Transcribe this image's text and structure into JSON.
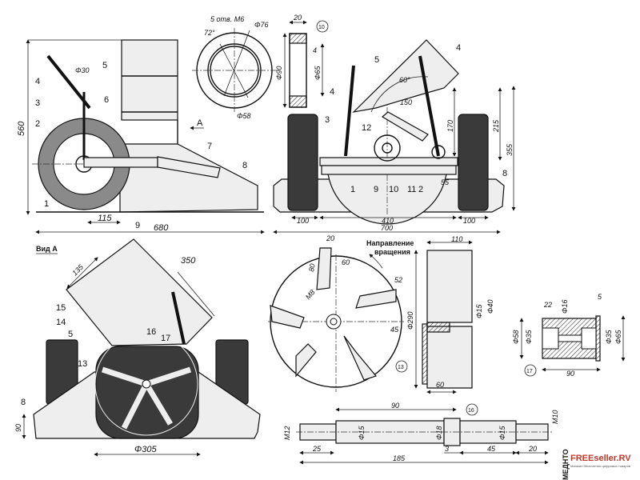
{
  "side_view": {
    "part_1": "1",
    "part_2": "2",
    "part_3": "3",
    "part_4": "4",
    "part_5": "5",
    "part_6": "6",
    "part_7": "7",
    "part_8": "8",
    "part_9": "9",
    "dim_height": "560",
    "dim_tube": "Φ30",
    "dim_115": "115",
    "dim_length": "680",
    "view_arrow": "A"
  },
  "flange": {
    "holes": "5 отв. M6",
    "angle": "72°",
    "d76": "Φ76",
    "d58": "Φ58",
    "w20": "20",
    "w4": "4",
    "d90": "Φ90",
    "d65": "Φ65",
    "part_no": "10"
  },
  "front_view": {
    "p5": "5",
    "angle": "60°",
    "p4a": "4",
    "p4b": "4",
    "p3": "3",
    "d150": "150",
    "p12": "12",
    "d170": "170",
    "d215": "215",
    "d355": "355",
    "p1": "1",
    "p9": "9",
    "p10": "10",
    "p11": "11",
    "p2": "2",
    "d55": "55",
    "p8": "8",
    "d100a": "100",
    "d410": "410",
    "d100b": "100",
    "d700": "700"
  },
  "view_a": {
    "title": "Вид A",
    "d135": "135",
    "d350": "350",
    "p15": "15",
    "p14": "14",
    "p5": "5",
    "p16": "16",
    "p17": "17",
    "p13": "13",
    "p8": "8",
    "d90": "90",
    "d305": "Φ305"
  },
  "rotor": {
    "d20": "20",
    "dir1": "Направление",
    "dir2": "вращения",
    "d80": "80",
    "d60": "60",
    "r52": "52",
    "m8": "M8",
    "d45": "45",
    "part_no": "13",
    "d290": "Φ290",
    "d110": "110",
    "d15": "Φ15",
    "d40": "Φ40",
    "d60b": "60"
  },
  "bushing": {
    "d22": "22",
    "d16": "Φ16",
    "d5": "5",
    "d58": "Φ58",
    "d35a": "Φ35",
    "d35b": "Φ35",
    "d65": "Φ65",
    "d90": "90",
    "part_no": "17"
  },
  "shaft": {
    "d90": "90",
    "part_no": "16",
    "m10": "M10",
    "m12": "M12",
    "d15a": "Φ15",
    "d18": "Φ18",
    "d15b": "Φ15",
    "d25": "25",
    "d3": "3",
    "d45": "45",
    "d20": "20",
    "d185": "185"
  },
  "watermark": {
    "brand": "FREEseller.RV",
    "tagline": "Магазин бесплатных цифровых товаров"
  },
  "edge_text": "МЕДНТО"
}
